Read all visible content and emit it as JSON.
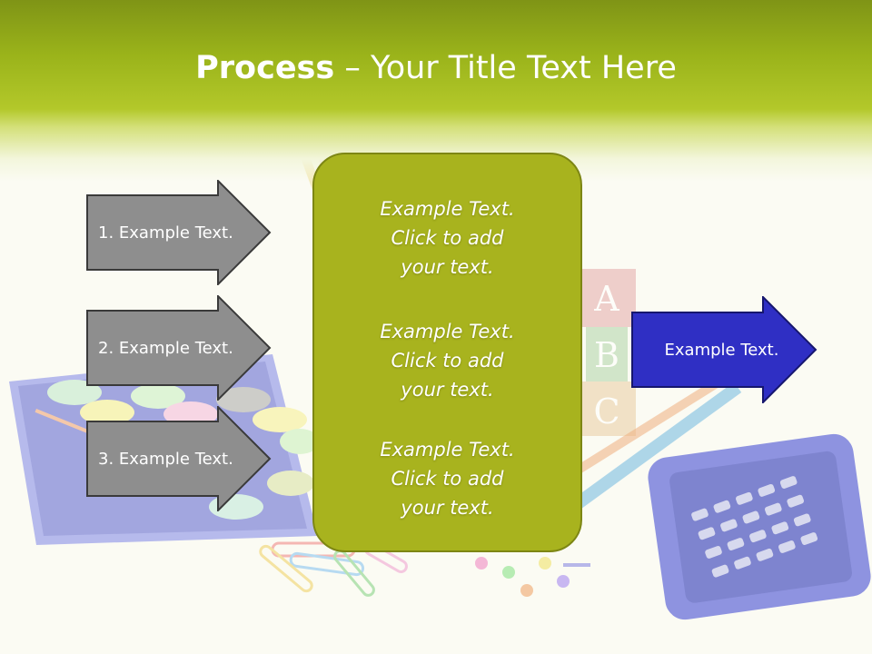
{
  "title": {
    "bold": "Process",
    "rest": " – Your Title Text Here"
  },
  "left_arrows": [
    {
      "label": "1. Example Text."
    },
    {
      "label": "2. Example Text."
    },
    {
      "label": "3. Example Text."
    }
  ],
  "panel": {
    "blocks": [
      {
        "line1": "Example Text.",
        "line2": "Click  to add",
        "line3": "your text."
      },
      {
        "line1": "Example Text.",
        "line2": "Click  to add",
        "line3": "your text."
      },
      {
        "line1": "Example Text.",
        "line2": "Click  to add",
        "line3": "your text."
      }
    ]
  },
  "right_arrow": {
    "label": "Example Text."
  },
  "background_art": {
    "blocks_letters": [
      "A",
      "B",
      "C"
    ]
  },
  "colors": {
    "header_top": "#7f9416",
    "header_mid": "#b3c82a",
    "panel": "#a8b31e",
    "gray_arrow": "#8e8e8e",
    "blue_arrow": "#2f2fc4"
  }
}
